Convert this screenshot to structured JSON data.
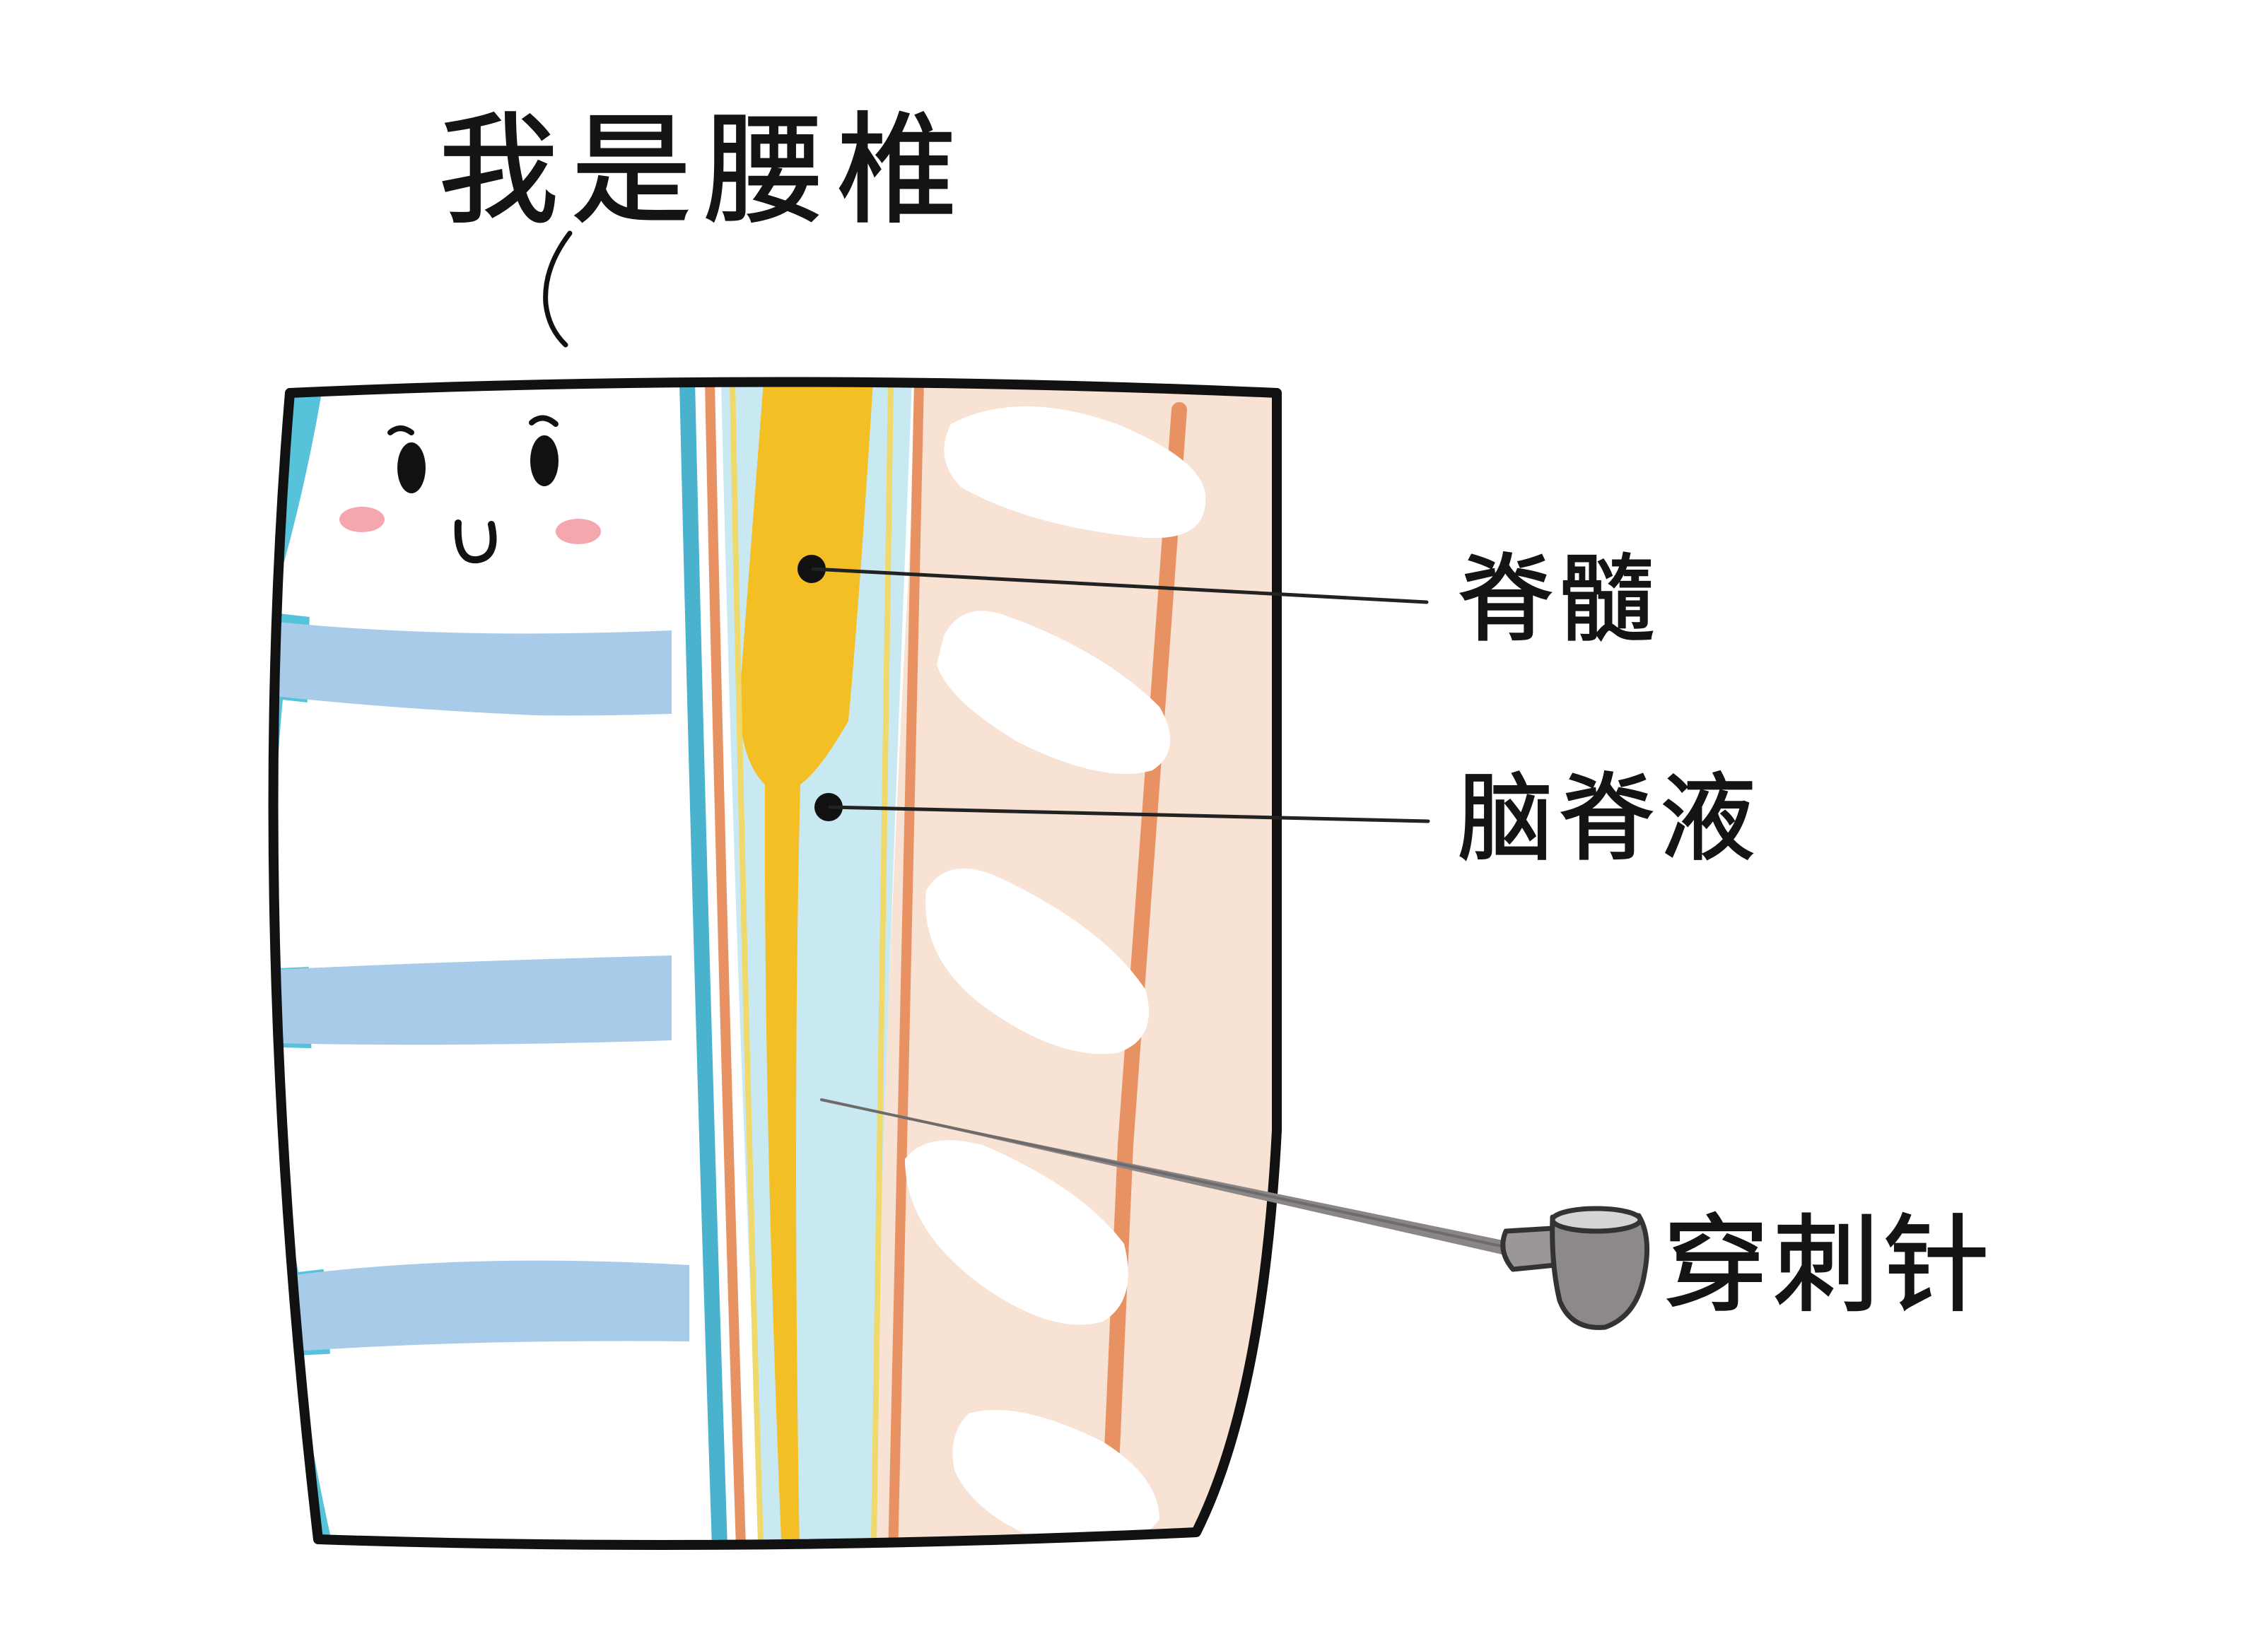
{
  "title": "我是腰椎",
  "labels": {
    "spinal_cord": "脊髓",
    "csf": "脑脊液",
    "needle": "穿刺针"
  },
  "colors": {
    "outline": "#111111",
    "front_edge": "#56c3db",
    "disc": "#a9cbea",
    "vertebra": "#ffffff",
    "canal_fluid": "#c9e9f2",
    "spinal_cord": "#f3bf24",
    "meninges": "#e89163",
    "posterior_tissue": "#f8e2d3",
    "needle": "#8a8587",
    "cheek": "#f4a7ad"
  },
  "icons": {
    "face": "smiling-face-icon",
    "needle_hub": "needle-hub-icon"
  }
}
